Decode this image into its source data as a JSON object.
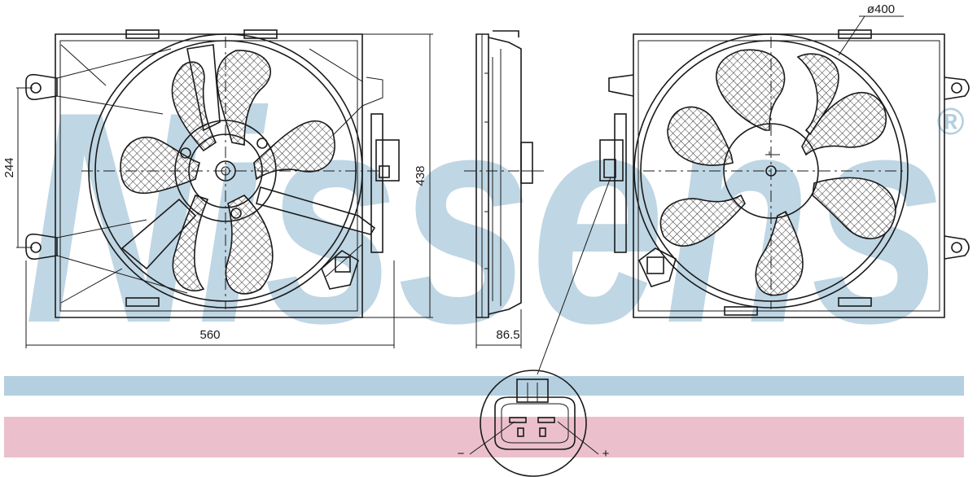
{
  "watermark": {
    "brand": "Nissens",
    "registered": "®",
    "color": "#b4cfe0"
  },
  "bands": {
    "blue_color": "#b4cfe0",
    "pink_color": "#ebc0cc"
  },
  "dimensions": {
    "width": "560",
    "height": "438",
    "mount_spacing": "244",
    "depth": "86.5",
    "fan_diameter": "ø400"
  },
  "connector": {
    "negative": "−",
    "positive": "+"
  }
}
